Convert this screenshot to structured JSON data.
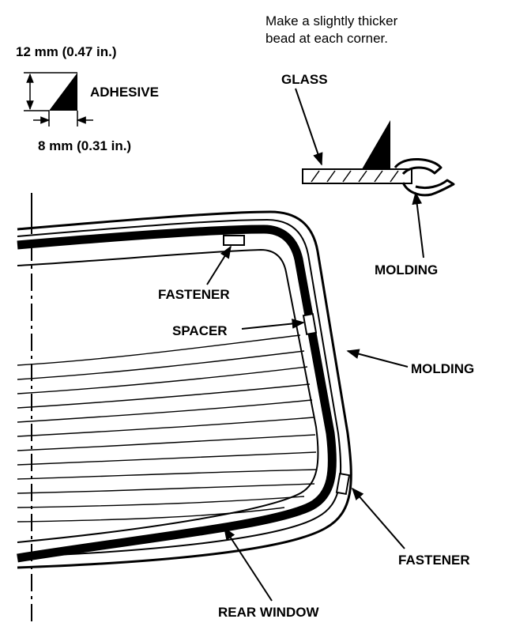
{
  "note": {
    "line1": "Make a slightly thicker",
    "line2": "bead at each corner."
  },
  "dimensions": {
    "height": "12 mm (0.47 in.)",
    "width": "8 mm (0.31 in.)"
  },
  "labels": {
    "adhesive": "ADHESIVE",
    "glass": "GLASS",
    "molding_detail": "MOLDING",
    "fastener_top": "FASTENER",
    "spacer": "SPACER",
    "molding_main": "MOLDING",
    "fastener_bottom": "FASTENER",
    "rear_window": "REAR WINDOW"
  },
  "colors": {
    "ink": "#000000",
    "paper": "#ffffff"
  }
}
